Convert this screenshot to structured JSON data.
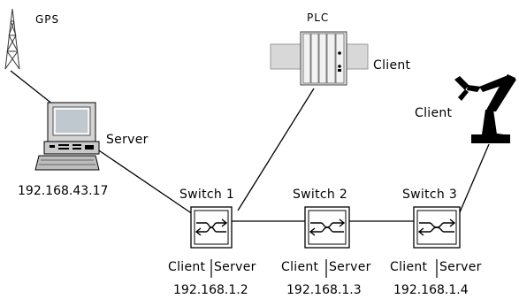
{
  "gps": {
    "label": "GPS"
  },
  "plc": {
    "label": "PLC",
    "role": "Client"
  },
  "computer": {
    "role": "Server",
    "ip": "192.168.43.17"
  },
  "robot": {
    "role": "Client"
  },
  "switches": [
    {
      "name": "Switch 1",
      "client": "Client",
      "server": "Server",
      "ip": "192.168.1.2"
    },
    {
      "name": "Switch 2",
      "client": "Client",
      "server": "Server",
      "ip": "192.168.1.3"
    },
    {
      "name": "Switch 3",
      "client": "Client",
      "server": "Server",
      "ip": "192.168.1.4"
    }
  ]
}
